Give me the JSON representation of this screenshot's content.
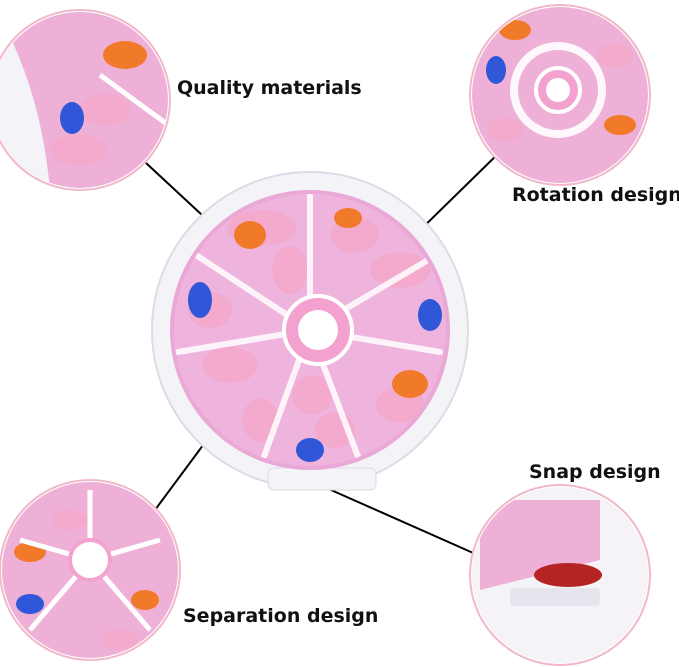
{
  "labels": {
    "quality": "Quality materials",
    "rotation": "Rotation design",
    "snap": "Snap design",
    "separation": "Separation design"
  },
  "colors": {
    "case_pink": "#e9a8d6",
    "case_white": "#f4f3f8",
    "ring_border": "#f0b8c8",
    "leader_line": "#000000",
    "pill_orange": "#f07a2a",
    "pill_blue": "#2f57d8",
    "pill_pink": "#f3aacd",
    "pill_red": "#b52424"
  }
}
